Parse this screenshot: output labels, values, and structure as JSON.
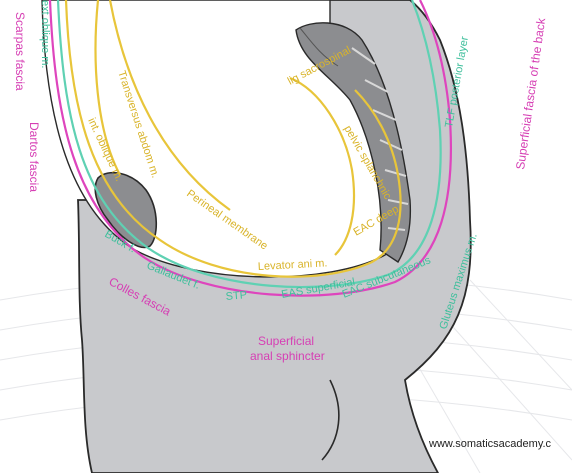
{
  "labels": {
    "scarpas_fascia": "Scarpas fascia",
    "ext_oblique": "ext oblique m.",
    "dartos_fascia": "Dartos fascia",
    "transversus_abdominis": "Transversus abdom m.",
    "int_oblique": "int. oblique m.",
    "lig_sacrospinal": "lig sacrospinal",
    "pelvic_splanchnic": "pelvic splanchnic",
    "tlf_posterior": "TLF posterior layer",
    "superficial_fascia_back": "Superficial fascia of the back",
    "perineal_membrane": "Perineal membrane",
    "bucks_fascia": "Buck f.",
    "gallaudet_fascia": "Gallaudet f.",
    "colles_fascia": "Colles fascia",
    "levator_ani": "Levator ani m.",
    "eac_deep": "EAC deep",
    "stp": "STP",
    "eas_superficial": "EAS superficial",
    "eac_subcutaneous": "EAC subcutaneous",
    "gluteus_maximus": "Gluteus maximus m.",
    "superficial_line1": "Superficial",
    "superficial_line2": "anal sphincter"
  },
  "watermark": "www.somaticsacademy.c",
  "colors": {
    "tissue": "#c8c9cc",
    "tissue_dark": "#9a9b9e",
    "bone": "#6f7073",
    "outline": "#2a2a2a",
    "yellow": "#e8c53a",
    "teal": "#5fd1b3",
    "magenta": "#de45bd"
  }
}
